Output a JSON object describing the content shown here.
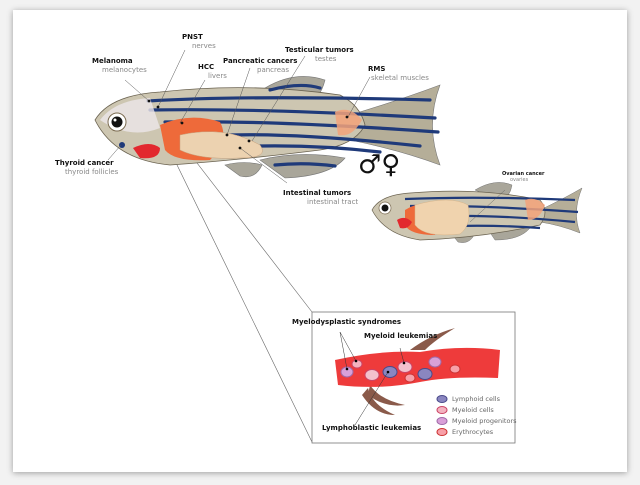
{
  "labels": {
    "pnst": {
      "title": "PNST",
      "sub": "nerves"
    },
    "melanoma": {
      "title": "Melanoma",
      "sub": "melanocytes"
    },
    "hcc": {
      "title": "HCC",
      "sub": "livers"
    },
    "pancreatic": {
      "title": "Pancreatic cancers",
      "sub": "pancreas"
    },
    "testicular": {
      "title": "Testicular tumors",
      "sub": "testes"
    },
    "rms": {
      "title": "RMS",
      "sub": "skeletal muscles"
    },
    "thyroid": {
      "title": "Thyroid cancer",
      "sub": "thyroid follicles"
    },
    "intestinal": {
      "title": "Intestinal tumors",
      "sub": "intestinal tract"
    },
    "ovarian": {
      "title": "Ovarian cancer",
      "sub": "ovaries"
    }
  },
  "sex_symbols": "♂♀",
  "inset": {
    "myelodysplastic": "Myelodysplastic syndromes",
    "myeloid_leukemias": "Myeloid leukemias",
    "lymphoblastic": "Lymphoblastic leukemias",
    "legend": [
      {
        "label": "Lymphoid cells",
        "color": "#8a86c0"
      },
      {
        "label": "Myeloid cells",
        "color": "#f3b3c0"
      },
      {
        "label": "Myeloid progenitors",
        "color": "#c98ad0"
      },
      {
        "label": "Erythrocytes",
        "color": "#e8707a"
      }
    ]
  },
  "colors": {
    "stripe": "#1f3a7a",
    "body": "#c9c2ae",
    "liver": "#ee6a3a",
    "vessel": "#ee3b3b"
  }
}
